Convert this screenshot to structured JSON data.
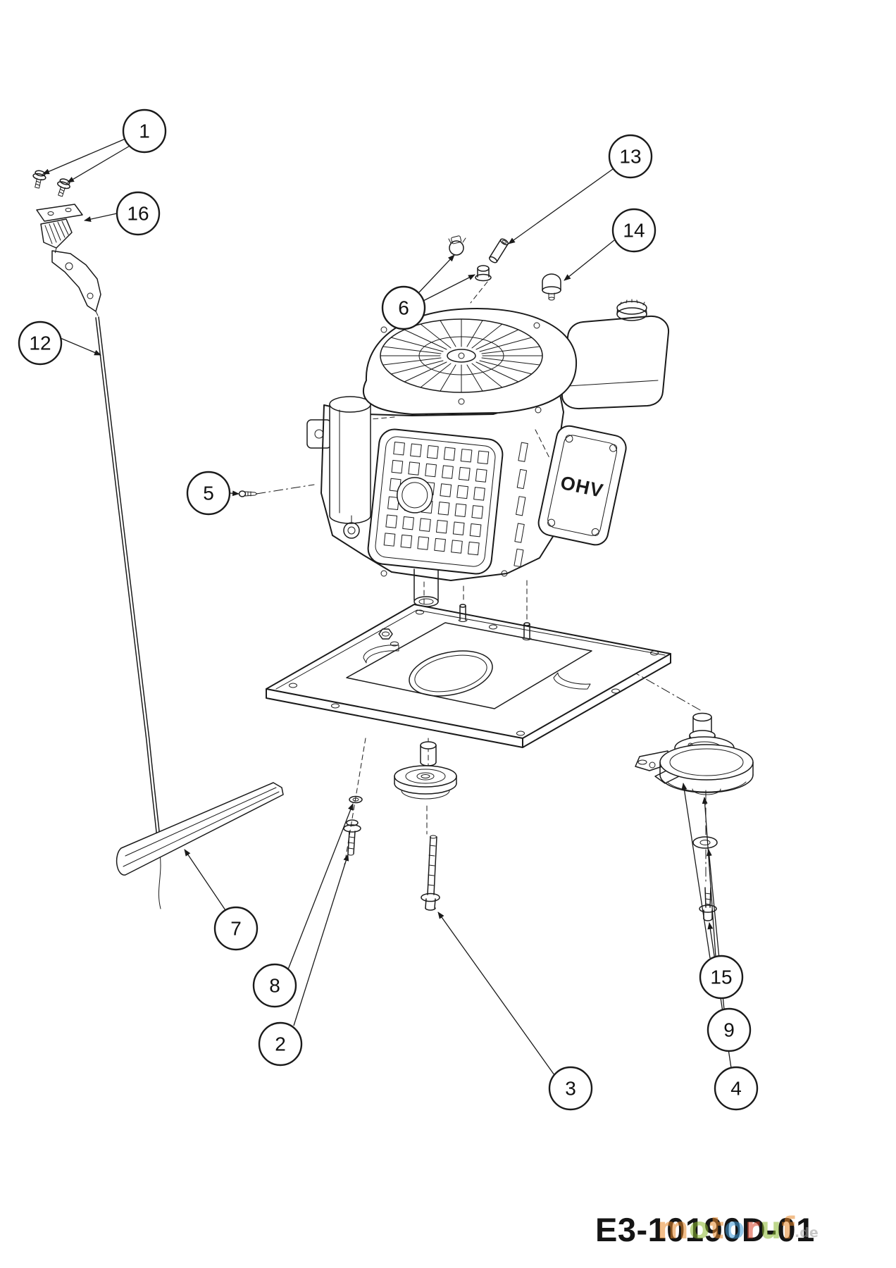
{
  "diagram": {
    "code": "E3-10190D-01",
    "engine_cover_label": "OHV",
    "ink_color": "#1a1a1a",
    "background": "#ffffff",
    "watermark": {
      "letters": [
        {
          "ch": "m",
          "color": "#e8892b"
        },
        {
          "ch": "o",
          "color": "#8cb931"
        },
        {
          "ch": "t",
          "color": "#e8892b"
        },
        {
          "ch": "o",
          "color": "#3f9bd8"
        },
        {
          "ch": "r",
          "color": "#d9452c"
        },
        {
          "ch": "u",
          "color": "#8cb931"
        },
        {
          "ch": "f",
          "color": "#e8892b"
        }
      ],
      "suffix": ".de"
    },
    "callouts": [
      {
        "label": "1"
      },
      {
        "label": "16"
      },
      {
        "label": "13"
      },
      {
        "label": "14"
      },
      {
        "label": "6"
      },
      {
        "label": "12"
      },
      {
        "label": "5"
      },
      {
        "label": "7"
      },
      {
        "label": "8"
      },
      {
        "label": "2"
      },
      {
        "label": "3"
      },
      {
        "label": "15"
      },
      {
        "label": "9"
      },
      {
        "label": "4"
      }
    ]
  }
}
